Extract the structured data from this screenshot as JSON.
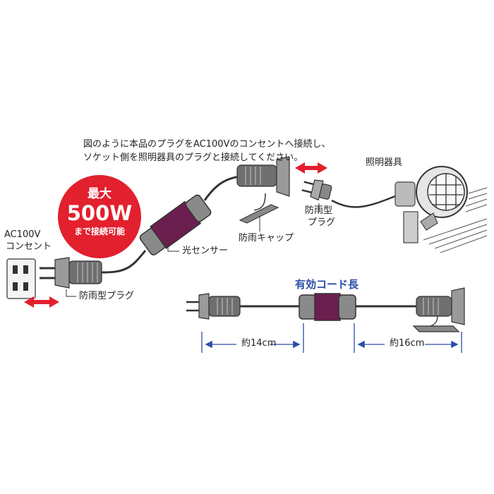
{
  "instructions": {
    "line1": "図のように本品のプラグをAC100Vのコンセントへ接続し、",
    "line2": "ソケット側を照明器具のプラグと接続してください。"
  },
  "badge": {
    "line1": "最大",
    "line2": "500W",
    "line3": "まで接続可能",
    "color": "#e2202e"
  },
  "labels": {
    "outlet_line1": "AC100V",
    "outlet_line2": "コンセント",
    "plug_left": "防雨型プラグ",
    "light_sensor": "光センサー",
    "rain_cap": "防雨キャップ",
    "fixture": "照明器具",
    "plug_right_line1": "防雨型",
    "plug_right_line2": "プラグ"
  },
  "dimensions": {
    "title": "有効コード長",
    "left": "約14cm",
    "right": "約16cm",
    "color": "#2a4fa8"
  },
  "colors": {
    "sensor": "#6b1f4f",
    "arrow_red": "#e2202e",
    "body_gray": "#8a8a8a"
  }
}
